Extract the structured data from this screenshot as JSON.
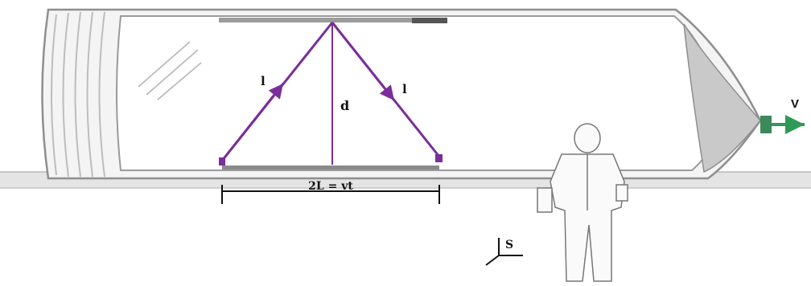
{
  "diagram": {
    "labels": {
      "path_left": "l",
      "path_right": "l",
      "height": "d",
      "base": "2L = vt",
      "velocity": "V",
      "frame": "S"
    },
    "colors": {
      "light_path": "#7a2e9a",
      "tube_outline": "#8e8e8e",
      "tube_fill": "#f7f7f7",
      "nose_fill": "#c9c9c9",
      "rail": "#d8d8d8",
      "velocity_arrow": "#2e9a55",
      "mirror": "#6f6f6f"
    }
  }
}
